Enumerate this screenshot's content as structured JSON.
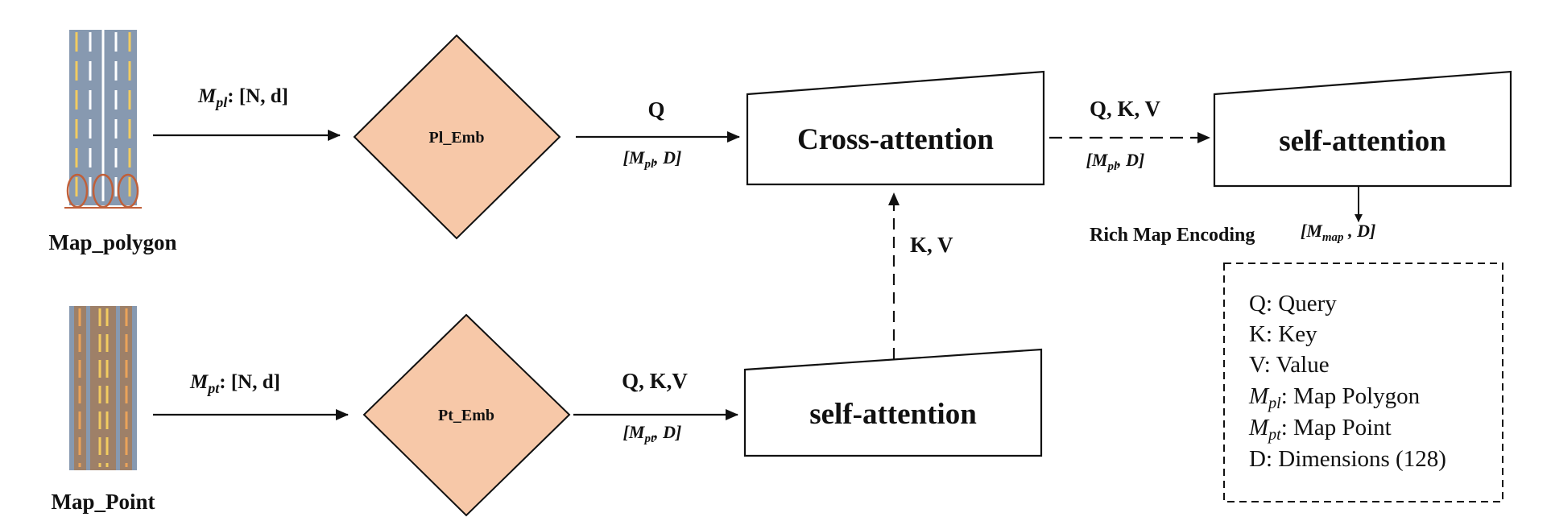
{
  "inputs": {
    "polygon": {
      "caption": "Map_polygon",
      "label_sym": "M",
      "label_sub": "pl",
      "label_rest": ": [N, d]"
    },
    "point": {
      "caption": "Map_Point",
      "label_sym": "M",
      "label_sub": "pt",
      "label_rest": ": [N, d]"
    }
  },
  "embeddings": {
    "pl": "Pl_Emb",
    "pt": "Pt_Emb"
  },
  "blocks": {
    "cross_attention": "Cross-attention",
    "self_attention_top": "self-attention",
    "self_attention_bottom": "self-attention"
  },
  "edges": {
    "q_label": "Q",
    "q_dim_open": "[M",
    "q_dim_sub": "pl",
    "q_dim_close": ", D]",
    "qkv_top_label": "Q, K, V",
    "qkv_top_dim_open": "[M",
    "qkv_top_dim_sub": "pl",
    "qkv_top_dim_close": ", D]",
    "qkv_bottom_label": "Q, K,V",
    "qkv_bottom_dim_open": "[M",
    "qkv_bottom_dim_sub": "pt",
    "qkv_bottom_dim_close": ", D]",
    "kv_label": "K, V"
  },
  "output": {
    "label": "Rich Map Encoding",
    "dim_open": "[M",
    "dim_sub": "map",
    "dim_close": " , D]"
  },
  "legend": {
    "q": "Q: Query",
    "k": "K: Key",
    "v": "V: Value",
    "mpl_sym": "M",
    "mpl_sub": "pl",
    "mpl_rest": ": Map Polygon",
    "mpt_sym": "M",
    "mpt_sub": "pt",
    "mpt_rest": ": Map Point",
    "d": "D: Dimensions (128)"
  },
  "colors": {
    "embed_fill": "#f7c8a8",
    "road_blue": "#8799b0",
    "road_brown": "#9e8068",
    "lane_yellow": "#f2cc60",
    "lane_orange": "#eba35a",
    "point_circle": "#c0603a"
  }
}
